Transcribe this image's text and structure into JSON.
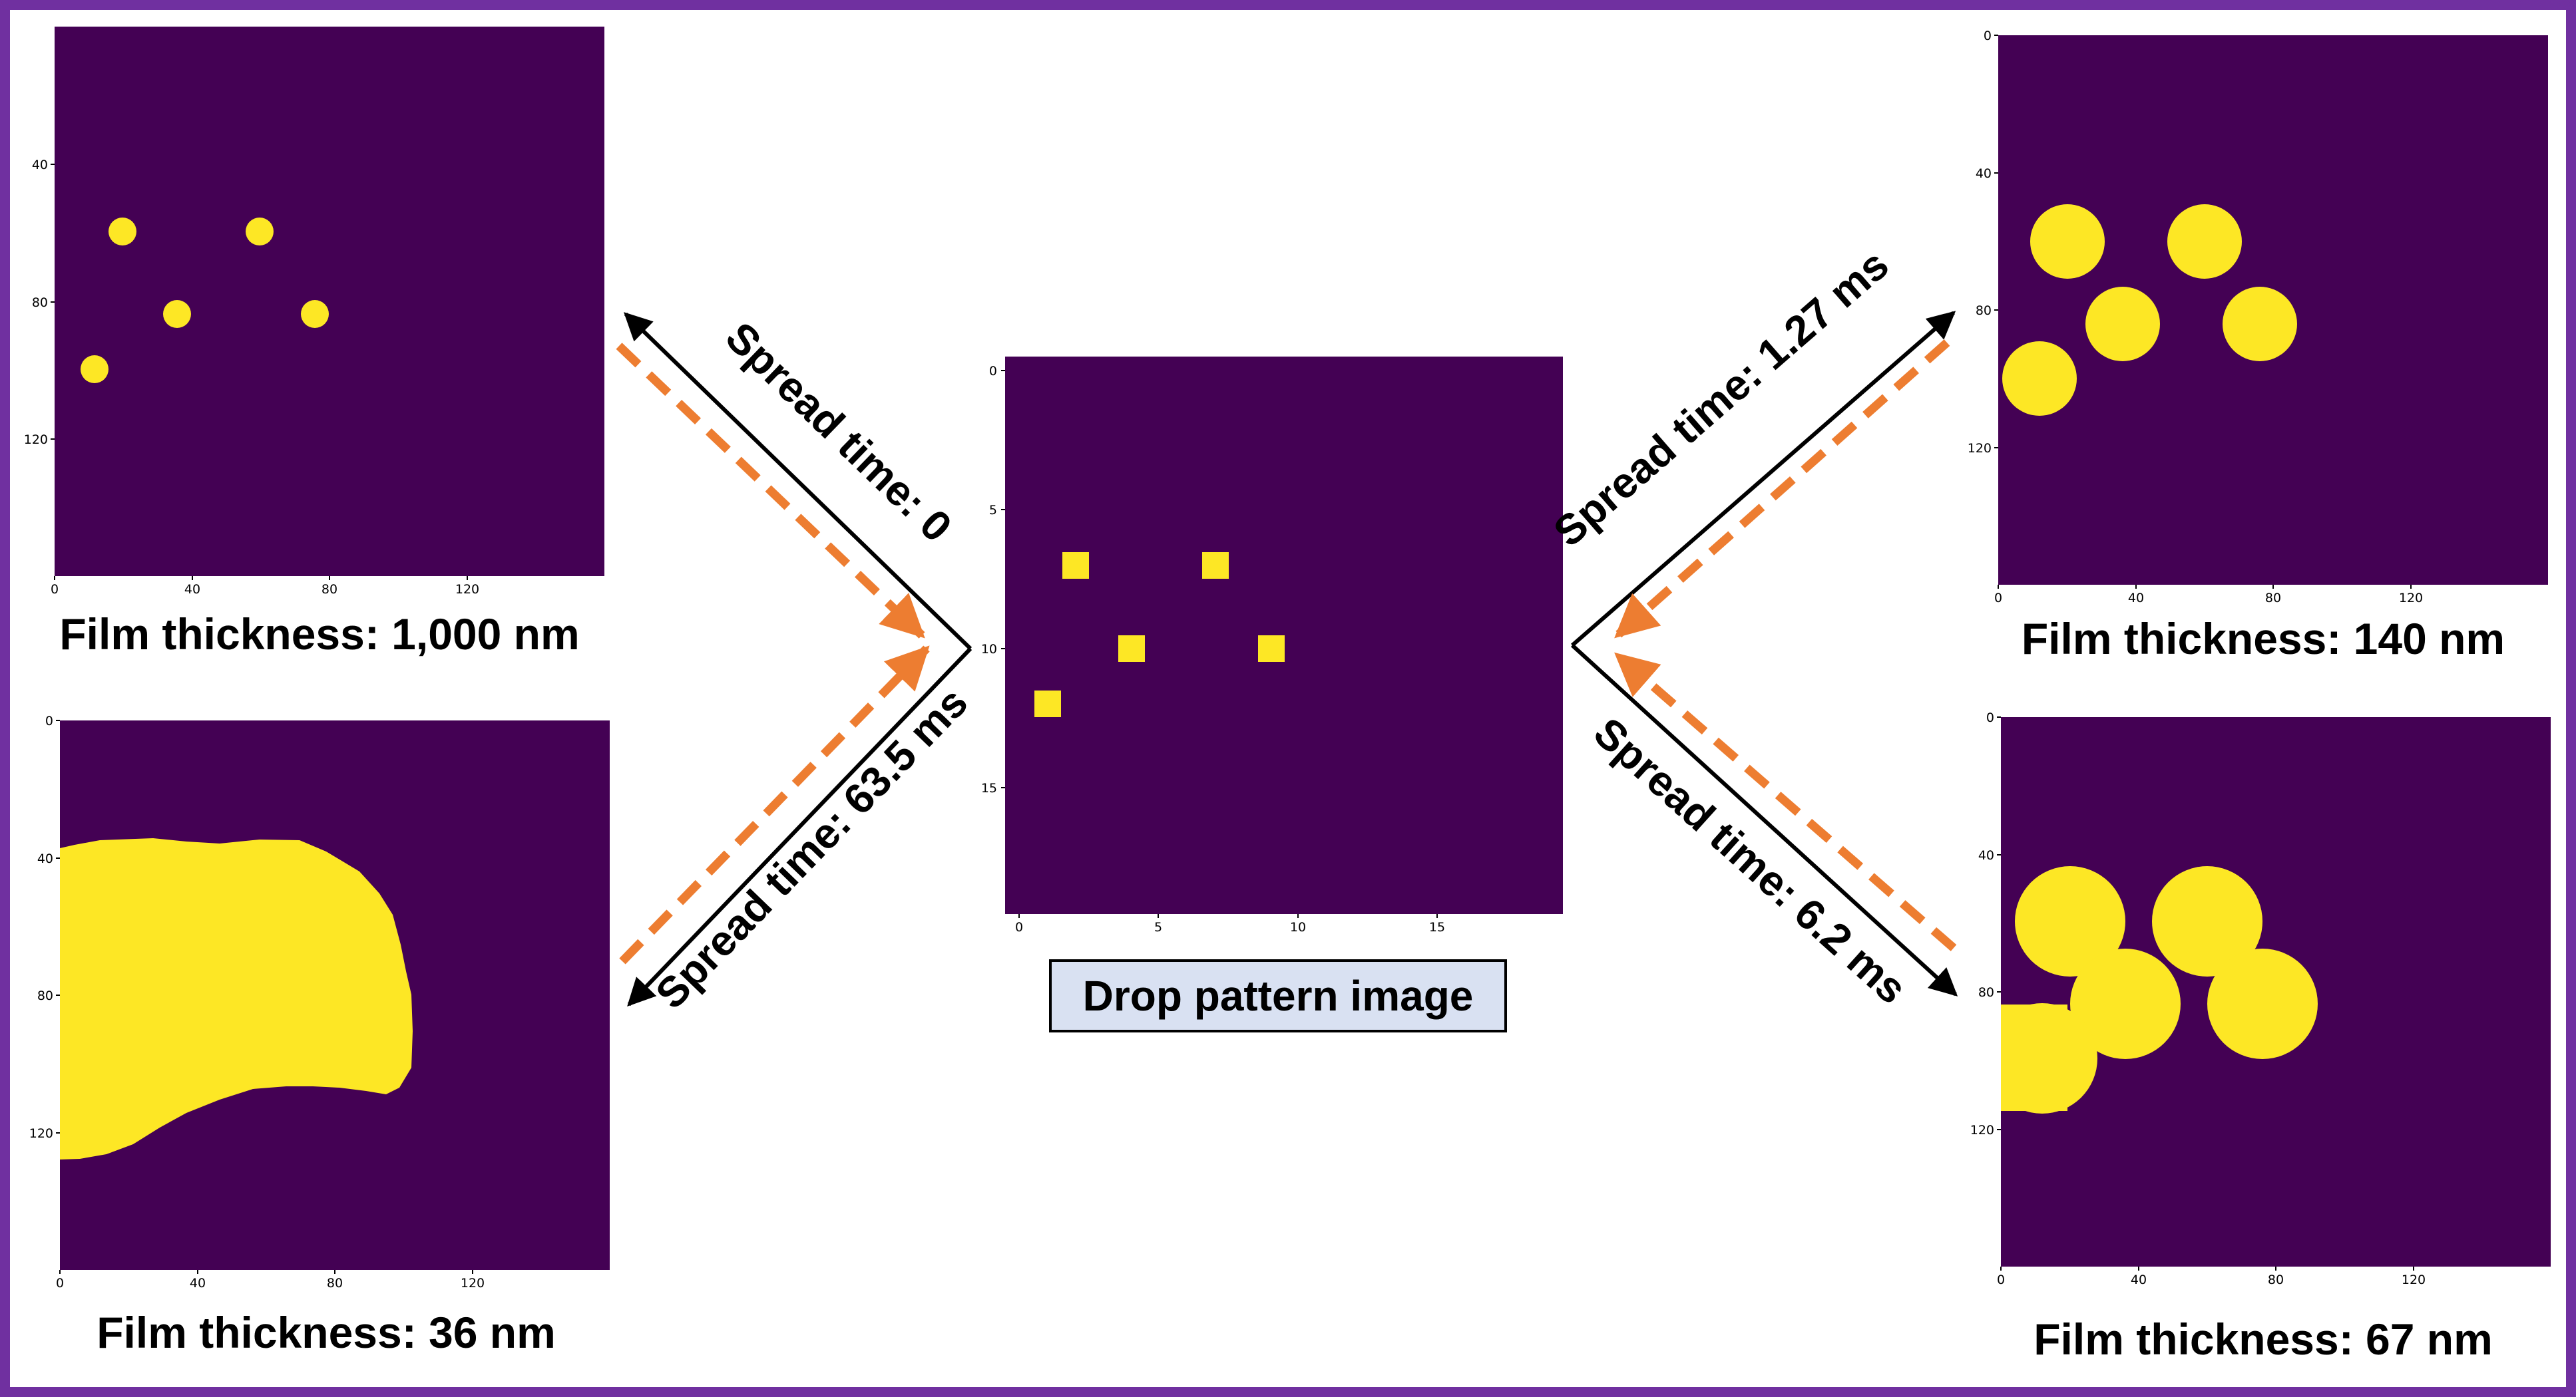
{
  "colors": {
    "frame": "#7030a0",
    "background": "#440154",
    "drop": "#fde725",
    "label_box": "#d9e1f2",
    "dashed_arrow": "#ed7d31",
    "solid_arrow": "#000000"
  },
  "center": {
    "label": "Drop pattern image",
    "x_ticks": [
      "0",
      "5",
      "10",
      "15"
    ],
    "y_ticks": [
      "0",
      "5",
      "10",
      "15"
    ]
  },
  "panels": {
    "top_left": {
      "caption": "Film thickness: 1,000 nm",
      "x_ticks": [
        "0",
        "40",
        "80",
        "120"
      ],
      "y_ticks": [
        "40",
        "80",
        "120"
      ]
    },
    "bottom_left": {
      "caption": "Film thickness: 36 nm",
      "x_ticks": [
        "0",
        "40",
        "80",
        "120"
      ],
      "y_ticks": [
        "0",
        "40",
        "80",
        "120"
      ]
    },
    "top_right": {
      "caption": "Film thickness: 140 nm",
      "x_ticks": [
        "0",
        "40",
        "80",
        "120"
      ],
      "y_ticks": [
        "0",
        "40",
        "80",
        "120"
      ]
    },
    "bottom_right": {
      "caption": "Film thickness: 67 nm",
      "x_ticks": [
        "0",
        "40",
        "80",
        "120"
      ],
      "y_ticks": [
        "0",
        "40",
        "80",
        "120"
      ]
    }
  },
  "arrows": {
    "top_left": "Spread time: 0",
    "bottom_left": "Spread time: 63.5 ms",
    "top_right": "Spread time: 1.27 ms",
    "bottom_right": "Spread time: 6.2 ms"
  }
}
